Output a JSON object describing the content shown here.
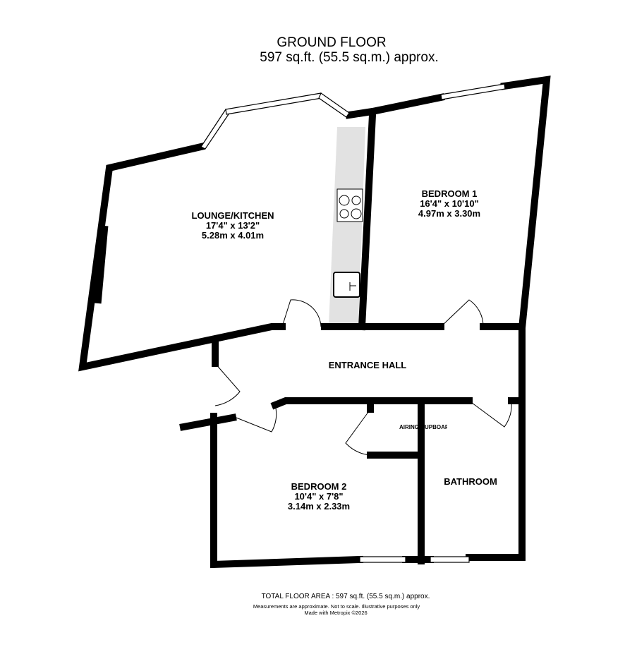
{
  "header": {
    "title": "GROUND FLOOR",
    "area": "597 sq.ft. (55.5 sq.m.) approx."
  },
  "rooms": [
    {
      "name": "LOUNGE/KITCHEN",
      "imperial": "17'4\"  x 13'2\"",
      "metric": "5.28m  x 4.01m"
    },
    {
      "name": "BEDROOM 1",
      "imperial": "16'4\"  x 10'10\"",
      "metric": "4.97m  x 3.30m"
    },
    {
      "name": "ENTRANCE HALL"
    },
    {
      "name": "AIRING CUPBOARD"
    },
    {
      "name": "BEDROOM 2",
      "imperial": "10'4\"  x 7'8\"",
      "metric": "3.14m  x 2.33m"
    },
    {
      "name": "BATHROOM"
    }
  ],
  "footer": {
    "total": "TOTAL FLOOR AREA : 597 sq.ft. (55.5 sq.m.) approx.",
    "disclaimer": "Measurements are approximate.  Not to scale.  Illustrative purposes only",
    "credit": "Made with Metropix ©2026"
  }
}
